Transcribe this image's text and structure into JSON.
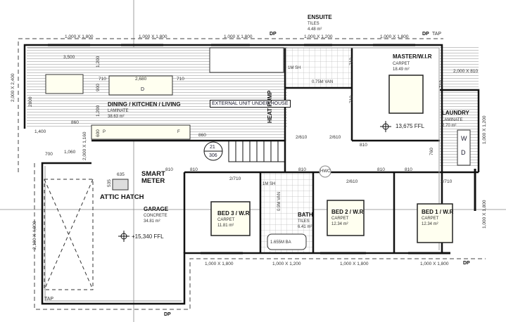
{
  "rooms": {
    "living": {
      "name": "DINING / KITCHEN / LIVING",
      "finish": "LAMINATE",
      "area": "38.63 m²"
    },
    "ensuite": {
      "name": "ENSUITE",
      "finish": "TILES",
      "area": "4.48 m²"
    },
    "master": {
      "name": "MASTER/W.I.R",
      "finish": "CARPET",
      "area": "18.49 m²"
    },
    "laundry": {
      "name": "LAUNDRY",
      "finish": "LAMINATE",
      "area": "2.70 m²"
    },
    "garage": {
      "name": "GARAGE",
      "finish": "CONCRETE",
      "area": "34.81 m²"
    },
    "bed3": {
      "name": "BED 3 / W.R",
      "finish": "CARPET",
      "area": "11.81 m²"
    },
    "bath": {
      "name": "BATH",
      "finish": "TILES",
      "area": "6.41 m²"
    },
    "bed2": {
      "name": "BED 2 / W.R",
      "finish": "CARPET",
      "area": "12.34 m²"
    },
    "bed1": {
      "name": "BED 1 / W.R",
      "finish": "CARPET",
      "area": "12.34 m²"
    }
  },
  "labels": {
    "external_unit": "EXTERNAL UNIT UNDER HOUSE",
    "heat_pump": "HEAT PUMP",
    "smart_meter": "SMART METER",
    "attic_hatch": "ATTIC HATCH",
    "ffl_upper": "13,675 FFL",
    "ffl_garage": "+15,340 FFL",
    "stair_top": "21",
    "stair_bottom": "306",
    "tap": "TAP",
    "dp": "DP",
    "hwc": "HWC",
    "shower_ensuite": "1M SH",
    "vanity_ensuite": "0.75M VAN",
    "shower_bath": "1M SH",
    "vanity_bath": "0.9M VAN",
    "bath_tub": "1.655M BA",
    "pantry": "P",
    "fridge": "F",
    "washer": "W",
    "dryer": "D",
    "dishwasher": "D"
  },
  "dimensions": {
    "win_top_1": "1,000 X 1,800",
    "win_top_2": "1,000 X 1,800",
    "win_top_3": "1,000 X 1,800",
    "win_ensuite": "1,000 X 1,200",
    "win_master": "1,000 X 1,800",
    "win_left": "2,000 X 2,400",
    "win_deck": "2,000 X 810",
    "win_laundry": "1,000 X 1,200",
    "garage_door": "2,100 X 4,800",
    "slider": "2,000 X 1,160",
    "win_bed3": "1,000 X 1,800",
    "win_bath": "1,000 X 1,200",
    "win_bed2": "1,000 X 1,800",
    "win_bed1": "1,000 X 1,800",
    "win_bed1_side": "1,000 X 1,800",
    "d3500": "3,500",
    "d2680": "2,680",
    "d710a": "710",
    "d710b": "710",
    "d1200a": "1,200",
    "d1200b": "1,200",
    "d900": "900",
    "d600": "600",
    "d2800": "2800",
    "d860a": "860",
    "d860b": "860",
    "d1400": "1,400",
    "d700": "700",
    "d1060": "1,060",
    "d635": "635",
    "d535": "535",
    "door_ens1": "710",
    "door_ens2": "710",
    "door_master": "810",
    "door_laundry": "760",
    "door_deck": "710",
    "door_hall1": "810",
    "door_hall2": "810",
    "door_bath": "810",
    "door_bed2": "810",
    "door_bed1": "810",
    "wr_2610a": "2/610",
    "wr_2610b": "2/610",
    "wr_2710a": "2/710",
    "wr_2610c": "2/610",
    "wr_2710b": "2/710"
  }
}
